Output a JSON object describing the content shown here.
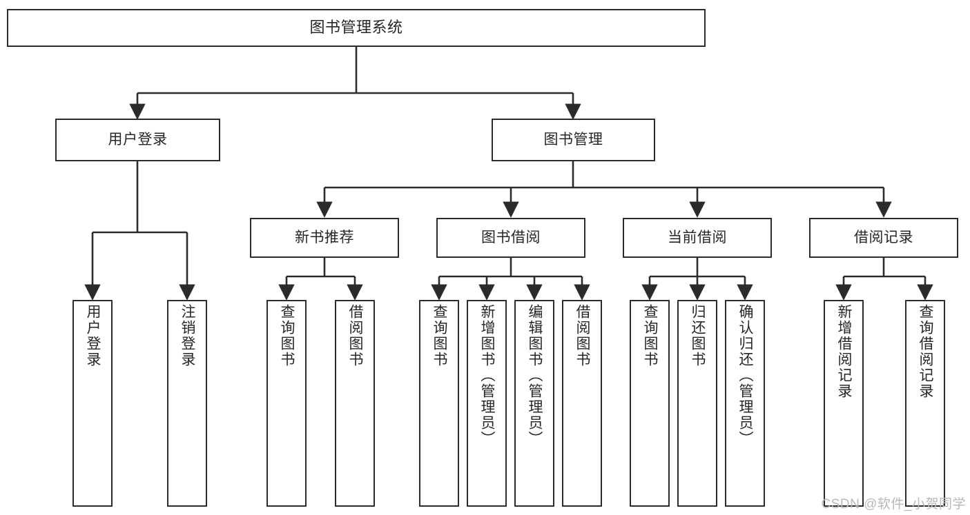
{
  "diagram": {
    "title": "图书管理系统",
    "type": "tree-hierarchy",
    "watermark": "CSDN @软件_小贺同学",
    "line_color": "#2b2b2b",
    "box_fill": "#ffffff",
    "text_color": "#262626",
    "watermark_color": "#b9b9b9"
  },
  "nodes": {
    "root": {
      "label": "图书管理系统"
    },
    "level2": [
      {
        "id": "user-login",
        "label": "用户登录"
      },
      {
        "id": "book-manage",
        "label": "图书管理"
      }
    ],
    "level3": [
      {
        "id": "new-book-recommend",
        "label": "新书推荐"
      },
      {
        "id": "book-borrow",
        "label": "图书借阅"
      },
      {
        "id": "current-borrow",
        "label": "当前借阅"
      },
      {
        "id": "borrow-record",
        "label": "借阅记录"
      }
    ],
    "leaves": {
      "user_login": [
        {
          "id": "leaf-user-login",
          "label": "用户登录"
        },
        {
          "id": "leaf-logout-login",
          "label": "注销登录"
        }
      ],
      "new_book_recommend": [
        {
          "id": "leaf-query-book-1",
          "label": "查询图书"
        },
        {
          "id": "leaf-borrow-book-1",
          "label": "借阅图书"
        }
      ],
      "book_borrow": [
        {
          "id": "leaf-query-book-2",
          "label": "查询图书"
        },
        {
          "id": "leaf-add-book",
          "label": "新增图书（管理员）"
        },
        {
          "id": "leaf-edit-book",
          "label": "编辑图书（管理员）"
        },
        {
          "id": "leaf-borrow-book-2",
          "label": "借阅图书"
        }
      ],
      "current_borrow": [
        {
          "id": "leaf-query-book-3",
          "label": "查询图书"
        },
        {
          "id": "leaf-return-book",
          "label": "归还图书"
        },
        {
          "id": "leaf-confirm-return",
          "label": "确认归还（管理员）"
        }
      ],
      "borrow_record": [
        {
          "id": "leaf-add-record",
          "label": "新增借阅记录"
        },
        {
          "id": "leaf-query-record",
          "label": "查询借阅记录"
        }
      ]
    }
  }
}
